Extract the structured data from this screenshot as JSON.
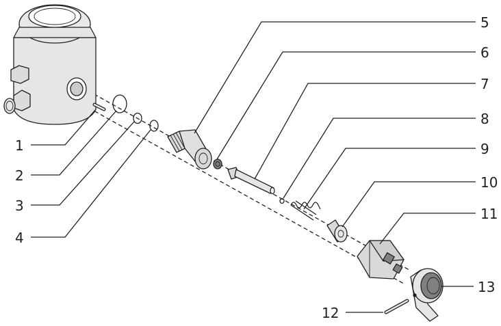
{
  "callouts": [
    {
      "id": "1",
      "label": "1"
    },
    {
      "id": "2",
      "label": "2"
    },
    {
      "id": "3",
      "label": "3"
    },
    {
      "id": "4",
      "label": "4"
    },
    {
      "id": "5",
      "label": "5"
    },
    {
      "id": "6",
      "label": "6"
    },
    {
      "id": "7",
      "label": "7"
    },
    {
      "id": "8",
      "label": "8"
    },
    {
      "id": "9",
      "label": "9"
    },
    {
      "id": "10",
      "label": "10"
    },
    {
      "id": "11",
      "label": "11"
    },
    {
      "id": "12",
      "label": "12"
    },
    {
      "id": "13",
      "label": "13"
    }
  ],
  "colors": {
    "line": "#231f20",
    "body_fill": "#e6e6e6",
    "part_fill": "#d9d9d9",
    "dark_fill": "#808080",
    "background": "#ffffff"
  }
}
